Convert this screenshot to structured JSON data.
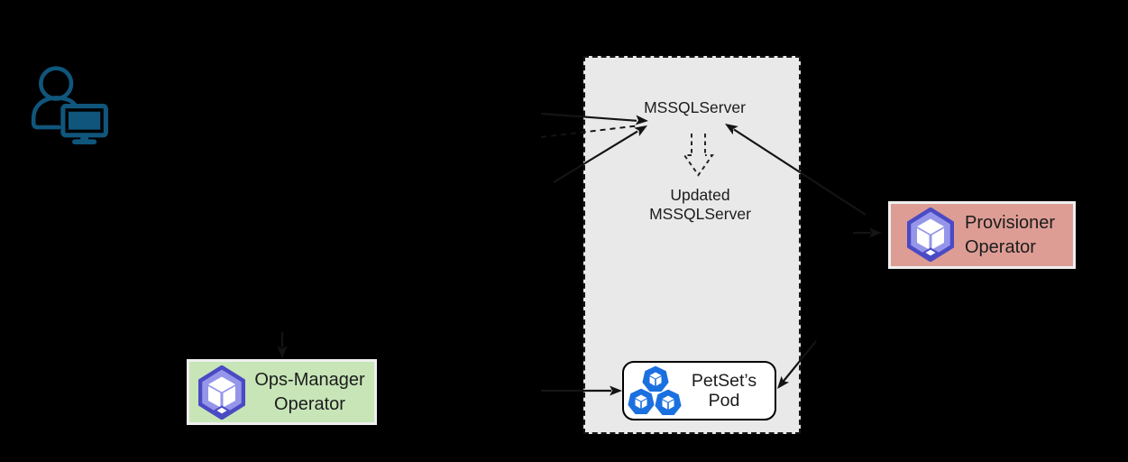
{
  "diagram": {
    "cluster_panel": {
      "mssqlserver_label": "MSSQLServer",
      "updated_mssqlserver": {
        "line1": "Updated",
        "line2": "MSSQLServer"
      },
      "petset_pod": {
        "line1": "PetSet’s",
        "line2": "Pod"
      }
    },
    "operators": {
      "ops_manager": {
        "line1": "Ops-Manager",
        "line2": "Operator"
      },
      "provisioner": {
        "line1": "Provisioner",
        "line2": "Operator"
      }
    },
    "icons": {
      "user": "person-at-computer-icon",
      "operator": "operator-hexagon-cube-icon",
      "pods": "kubernetes-pods-icon",
      "update_arrow": "dashed-hollow-down-arrow-icon"
    }
  },
  "colors": {
    "background": "#000000",
    "panel_fill": "#e9e9e9",
    "panel_border": "#161616",
    "arrow": "#141414",
    "text": "#1c1c1c",
    "ops_manager_box": "#c7e5b7",
    "provisioner_box": "#dd9d95",
    "box_border": "#efefef",
    "person_icon": "#10567c",
    "operator_outline": "#4a4ac4",
    "operator_fill": "#9595ea",
    "pod_blue": "#1b70e0",
    "pod_box_fill": "#ffffff",
    "pod_box_border": "#000000"
  }
}
